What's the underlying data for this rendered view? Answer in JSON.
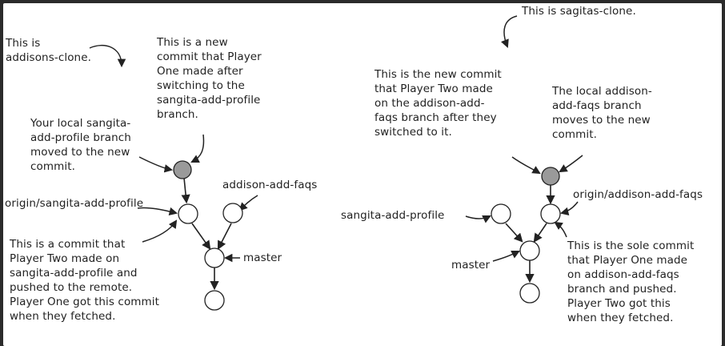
{
  "colors": {
    "background": "#ffffff",
    "frame": "#2b2b2b",
    "ink": "#222222",
    "highlight_commit": "#9a9a9a",
    "commit": "#ffffff"
  },
  "left": {
    "clone_note": "This is\naddisons-clone.",
    "new_commit_note": "This is a new\ncommit that Player\nOne made after\nswitching to the\nsangita-add-profile\nbranch.",
    "local_branch_note": "Your local sangita-\nadd-profile branch\nmoved to the new\ncommit.",
    "origin_label": "origin/sangita-add-profile",
    "faqs_label": "addison-add-faqs",
    "master_label": "master",
    "pushed_commit_note": "This is a commit that\nPlayer Two made on\nsangita-add-profile and\npushed to the remote.\nPlayer One got this commit\nwhen they fetched."
  },
  "right": {
    "clone_note": "This is sagitas-clone.",
    "new_commit_note": "This is the new commit\nthat Player Two made\non the addison-add-\nfaqs branch after they\nswitched to it.",
    "local_branch_note": "The local addison-\nadd-faqs branch\nmoves to the new\ncommit.",
    "origin_label": "origin/addison-add-faqs",
    "profile_label": "sangita-add-profile",
    "master_label": "master",
    "sole_commit_note": "This is the sole commit\nthat Player One made\non addison-add-faqs\nbranch and pushed.\nPlayer Two got this\nwhen they fetched."
  }
}
